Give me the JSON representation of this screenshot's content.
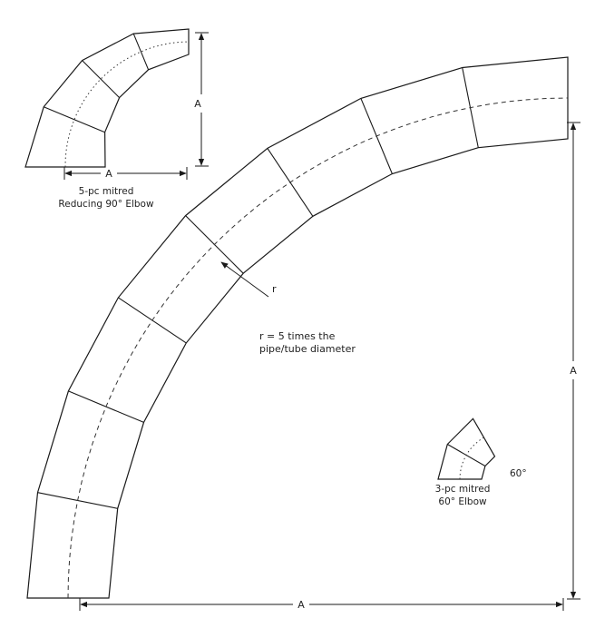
{
  "large_elbow": {
    "dimension_horizontal": "A",
    "dimension_vertical": "A",
    "radius_label": "r",
    "radius_note_line1": "r = 5 times the",
    "radius_note_line2": "pipe/tube diameter"
  },
  "small_elbow_90": {
    "dimension_horizontal": "A",
    "dimension_vertical": "A",
    "caption_line1": "5-pc mitred",
    "caption_line2": "Reducing 90° Elbow"
  },
  "small_elbow_60": {
    "angle_label": "60°",
    "caption_line1": "3-pc mitred",
    "caption_line2": "60° Elbow"
  },
  "colors": {
    "line": "#1a1a1a",
    "text": "#222222",
    "background": "#ffffff"
  }
}
